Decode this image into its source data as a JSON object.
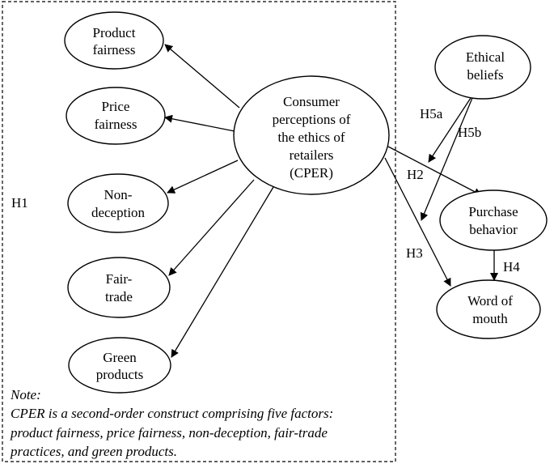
{
  "nodes": {
    "product_fairness": [
      "Product",
      "fairness"
    ],
    "price_fairness": [
      "Price",
      "fairness"
    ],
    "non_deception": [
      "Non-",
      "deception"
    ],
    "fair_trade": [
      "Fair-",
      "trade"
    ],
    "green_products": [
      "Green",
      "products"
    ],
    "cper": [
      "Consumer",
      "perceptions of",
      "the ethics of",
      "retailers",
      "(CPER)"
    ],
    "ethical_beliefs": [
      "Ethical",
      "beliefs"
    ],
    "purchase_behavior": [
      "Purchase",
      "behavior"
    ],
    "word_of_mouth": [
      "Word of",
      "mouth"
    ]
  },
  "hypotheses": {
    "h1": "H1",
    "h2": "H2",
    "h3": "H3",
    "h4": "H4",
    "h5a": "H5a",
    "h5b": "H5b"
  },
  "note": {
    "heading": "Note:",
    "lines": [
      "CPER is a second-order construct comprising five factors:",
      "product fairness, price fairness, non-deception, fair-trade",
      "practices, and green products."
    ]
  }
}
